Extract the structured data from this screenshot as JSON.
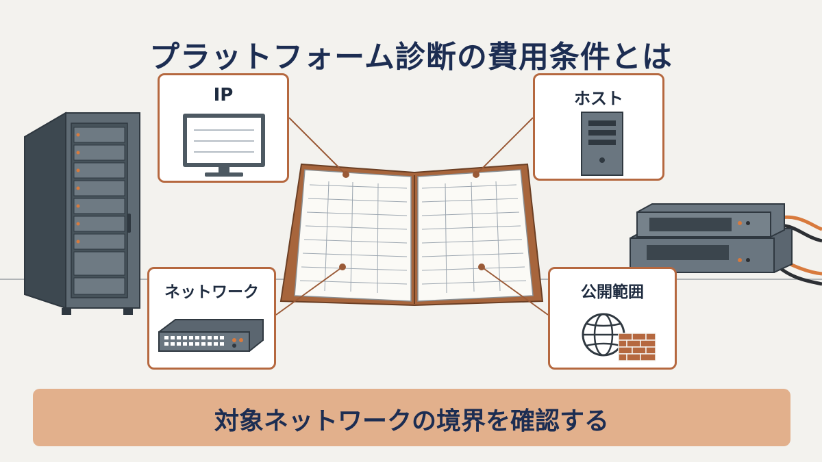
{
  "title": "プラットフォーム診断の費用条件とは",
  "cards": {
    "ip": {
      "label": "IP",
      "icon": "monitor-icon"
    },
    "host": {
      "label": "ホスト",
      "icon": "tower-pc-icon"
    },
    "network": {
      "label": "ネットワーク",
      "icon": "network-switch-icon"
    },
    "scope": {
      "label": "公開範囲",
      "icon": "globe-firewall-icon"
    }
  },
  "banner": {
    "text": "対象ネットワークの境界を確認する"
  },
  "colors": {
    "background": "#f3f2ee",
    "accent": "#b5683f",
    "title": "#1c2d52",
    "banner": "#e2b08c",
    "hardware": "#5b6670"
  }
}
